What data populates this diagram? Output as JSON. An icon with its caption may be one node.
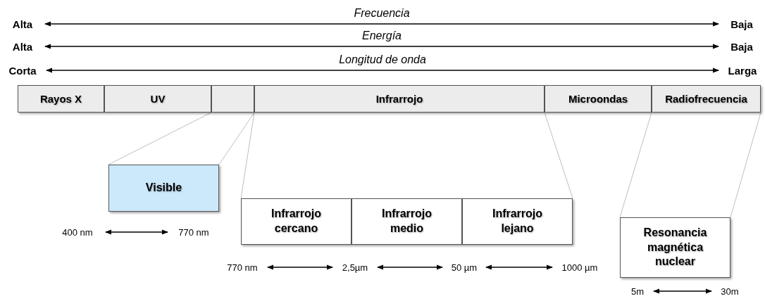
{
  "diagram": {
    "nodes": [
      {
        "text": [
          "Alta"
        ]
      },
      {
        "text": [
          "Baja"
        ]
      },
      {
        "text": [
          "Alta"
        ]
      },
      {
        "text": [
          "Baja"
        ]
      },
      {
        "text": [
          "Corta"
        ]
      },
      {
        "text": [
          "Larga"
        ]
      },
      {
        "text": [
          "Rayos X"
        ]
      },
      {
        "text": [
          "UV"
        ]
      },
      {
        "text": [],
        "shape": "box"
      },
      {
        "text": [
          "Infrarrojo"
        ]
      },
      {
        "text": [
          "Microondas"
        ]
      },
      {
        "text": [
          "Radiofrecuencia"
        ]
      },
      {
        "text": [
          "Visible"
        ]
      },
      {
        "text": [
          "Infrarrojo cercano"
        ]
      },
      {
        "text": [
          "Infrarrojo medio"
        ]
      },
      {
        "text": [
          "Infrarrojo lejano"
        ]
      },
      {
        "text": [
          "Resonancia magnética nuclear"
        ]
      },
      {
        "text": [
          "400 nm"
        ]
      },
      {
        "text": [
          "770 nm"
        ]
      },
      {
        "text": [
          "770 nm"
        ]
      },
      {
        "text": [
          "2,5µm"
        ]
      },
      {
        "text": [
          "50 µm"
        ]
      },
      {
        "text": [
          "1000 µm"
        ]
      },
      {
        "text": [
          "5m"
        ]
      },
      {
        "text": [
          "30m"
        ]
      }
    ],
    "edges": [
      {
        "from": 0,
        "to": 1,
        "arrow": "both",
        "label": "Frecuencia"
      },
      {
        "from": 2,
        "to": 3,
        "arrow": "both",
        "label": "Energía"
      },
      {
        "from": 4,
        "to": 5,
        "arrow": "both",
        "label": "Longitud de onda"
      },
      {
        "from": 8,
        "to": 12,
        "arrow": "none",
        "color": "#bfbfbf"
      },
      {
        "from": 8,
        "to": 12,
        "arrow": "none",
        "color": "#bfbfbf"
      },
      {
        "from": 9,
        "to": 13,
        "arrow": "none",
        "color": "#bfbfbf"
      },
      {
        "from": 9,
        "to": 15,
        "arrow": "none",
        "color": "#bfbfbf"
      },
      {
        "from": 11,
        "to": 16,
        "arrow": "none",
        "color": "#bfbfbf"
      },
      {
        "from": 11,
        "to": 16,
        "arrow": "none",
        "color": "#bfbfbf"
      },
      {
        "from": 17,
        "to": 18,
        "arrow": "both"
      },
      {
        "from": 19,
        "to": 20,
        "arrow": "both"
      },
      {
        "from": 20,
        "to": 21,
        "arrow": "both"
      },
      {
        "from": 21,
        "to": 22,
        "arrow": "both"
      },
      {
        "from": 23,
        "to": 24,
        "arrow": "both"
      }
    ]
  }
}
